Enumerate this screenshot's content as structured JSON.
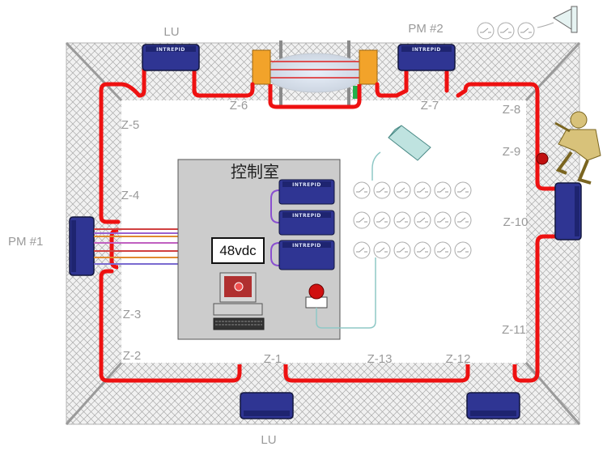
{
  "labels": {
    "lu_top": "LU",
    "lu_bottom": "LU",
    "pm1": "PM #1",
    "pm2": "PM #2",
    "control_room": "控制室",
    "power": "48vdc",
    "device_brand": "INTREPID"
  },
  "zones": {
    "z1": "Z-1",
    "z2": "Z-2",
    "z3": "Z-3",
    "z4": "Z-4",
    "z5": "Z-5",
    "z6": "Z-6",
    "z7": "Z-7",
    "z8": "Z-8",
    "z9": "Z-9",
    "z10": "Z-10",
    "z11": "Z-11",
    "z12": "Z-12",
    "z13": "Z-13"
  },
  "colors": {
    "cable": "#ee1111",
    "device": "#2f3593",
    "fence": "#b4b4b4",
    "control_panel": "#cccccc",
    "camera": "#bfe3e0",
    "alarm_beacon": "#d01010"
  },
  "icons": [
    "camera-icon",
    "horn-icon",
    "alarm-beacon-icon",
    "computer-icon",
    "intruder-icon",
    "relay-switch-icon"
  ]
}
